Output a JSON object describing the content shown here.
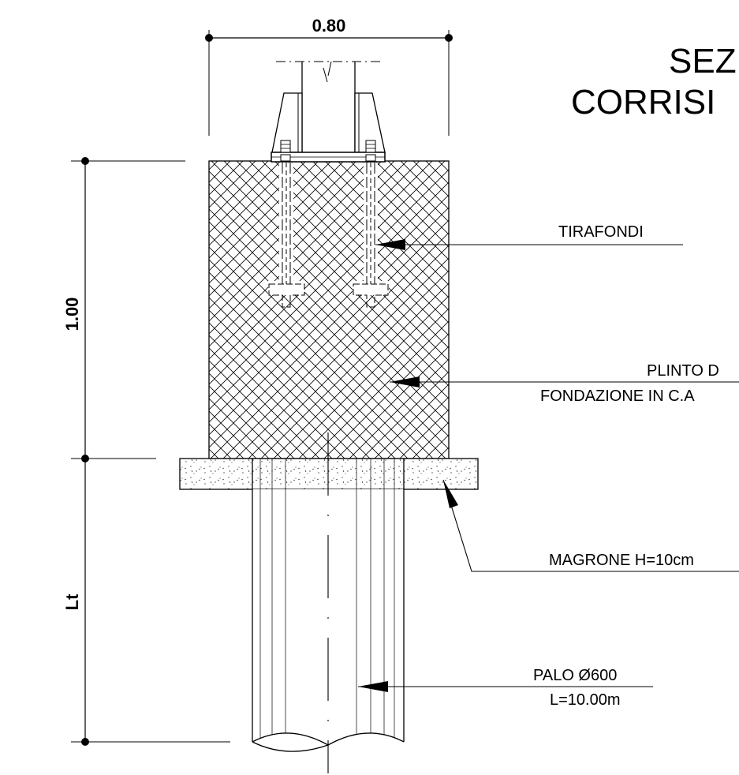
{
  "title": {
    "line1": "SEZ",
    "line2": "CORRISI"
  },
  "dimensions": {
    "width": "0.80",
    "height_plinth": "1.00",
    "pile_length": "Lt"
  },
  "labels": {
    "tirafondi": "TIRAFONDI",
    "plinto_line1": "PLINTO D",
    "plinto_line2": "FONDAZIONE IN C.A",
    "magrone": "MAGRONE H=10cm",
    "palo_line1": "PALO Ø600",
    "palo_line2": "L=10.00m"
  }
}
